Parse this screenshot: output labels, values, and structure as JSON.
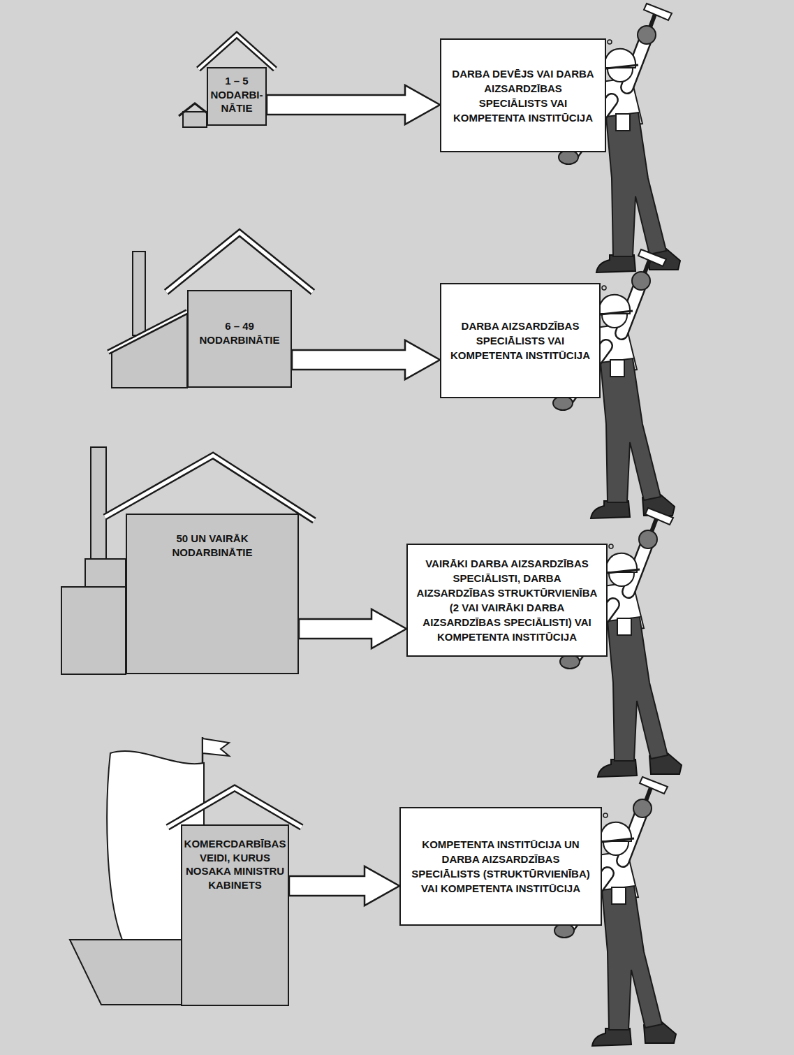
{
  "diagram": {
    "nodes": [
      {
        "text": [
          "1 – 5 NODARBI- NĀTIE"
        ]
      },
      {
        "text": [
          "DARBA DEVĒJS VAI DARBA AIZSARDZĪBAS SPECIĀLISTS VAI KOMPETENTA INSTITŪCIJA"
        ]
      },
      {
        "text": [
          "6 – 49 NODARBINĀTIE"
        ]
      },
      {
        "text": [
          "DARBA AIZSARDZĪBAS SPECIĀLISTS VAI KOMPETENTA INSTITŪCIJA"
        ]
      },
      {
        "text": [
          "50 UN VAIRĀK NODARBINĀTIE"
        ]
      },
      {
        "text": [
          "VAIRĀKI DARBA AIZSARDZĪBAS SPECIĀLISTI, DARBA AIZSARDZĪBAS STRUKTŪRVIENĪBA (2 VAI VAIRĀKI DARBA AIZSARDZĪBAS SPECIĀLISTI) VAI KOMPETENTA INSTITŪCIJA"
        ]
      },
      {
        "text": [
          "KOMERCDARBĪBAS VEIDI, KURUS NOSAKA MINISTRU KABINETS"
        ]
      },
      {
        "text": [
          "KOMPETENTA INSTITŪCIJA UN DARBA AIZSARDZĪBAS SPECIĀLISTS (STRUKTŪRVIENĪBA) VAI KOMPETENTA INSTITŪCIJA"
        ]
      }
    ],
    "edges": [
      {
        "from": 0,
        "to": 1,
        "arrow": "to"
      },
      {
        "from": 2,
        "to": 3,
        "arrow": "to"
      },
      {
        "from": 4,
        "to": 5,
        "arrow": "to"
      },
      {
        "from": 6,
        "to": 7,
        "arrow": "to"
      }
    ]
  }
}
